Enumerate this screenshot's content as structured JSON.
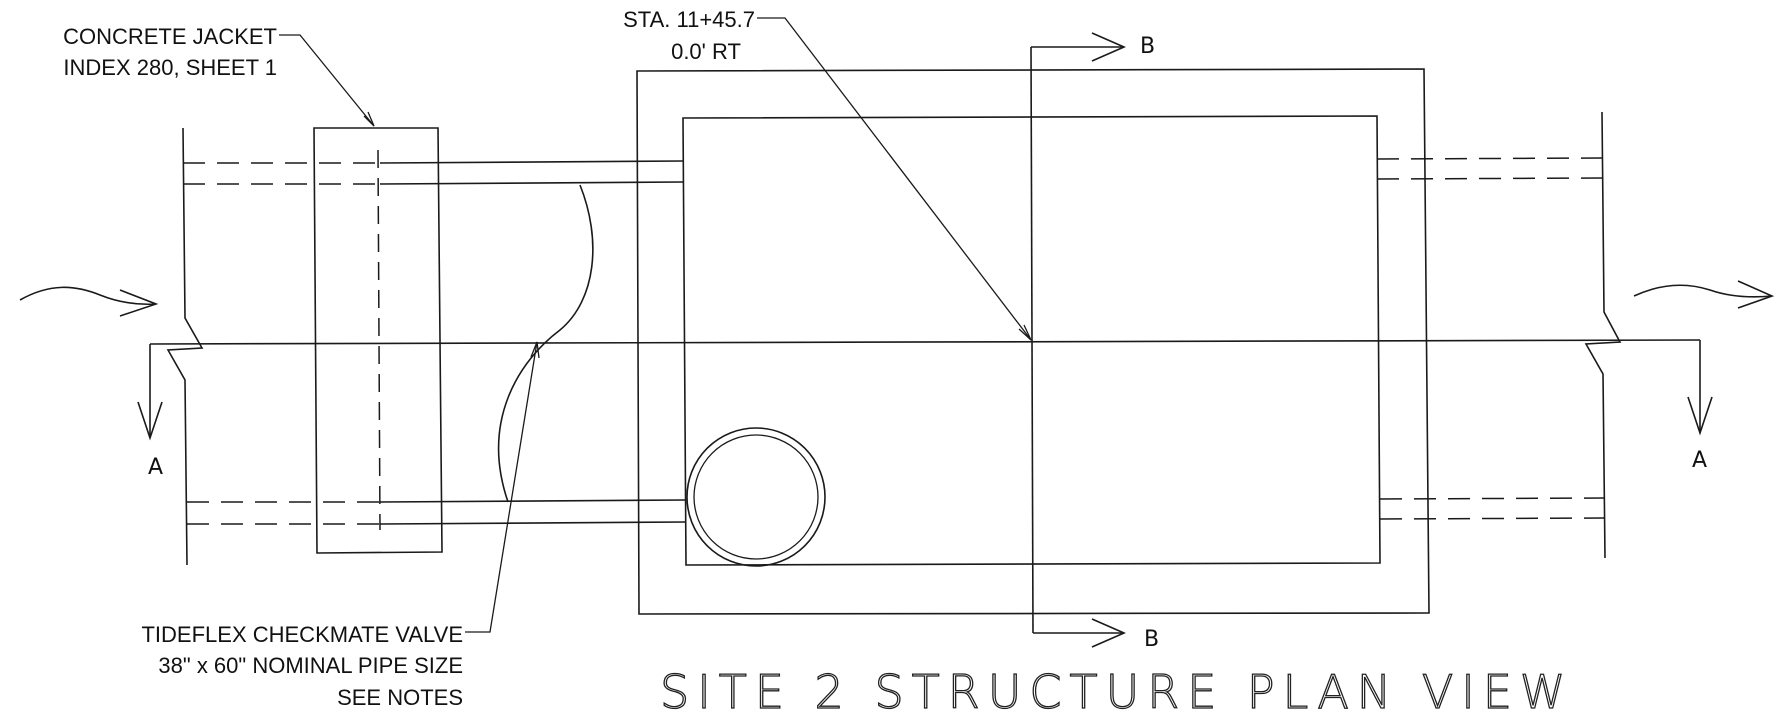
{
  "title": "SITE 2 STRUCTURE PLAN VIEW",
  "callouts": {
    "jacket_line1": "CONCRETE JACKET",
    "jacket_line2": "INDEX 280, SHEET 1",
    "station_line1": "STA. 11+45.7",
    "station_line2": "0.0' RT",
    "valve_line1": "TIDEFLEX CHECKMATE VALVE",
    "valve_line2": "38\" x 60\" NOMINAL PIPE SIZE",
    "valve_line3": "SEE NOTES"
  },
  "section_marks": {
    "a_left": "A",
    "a_right": "A",
    "b_top": "B",
    "b_bottom": "B"
  }
}
